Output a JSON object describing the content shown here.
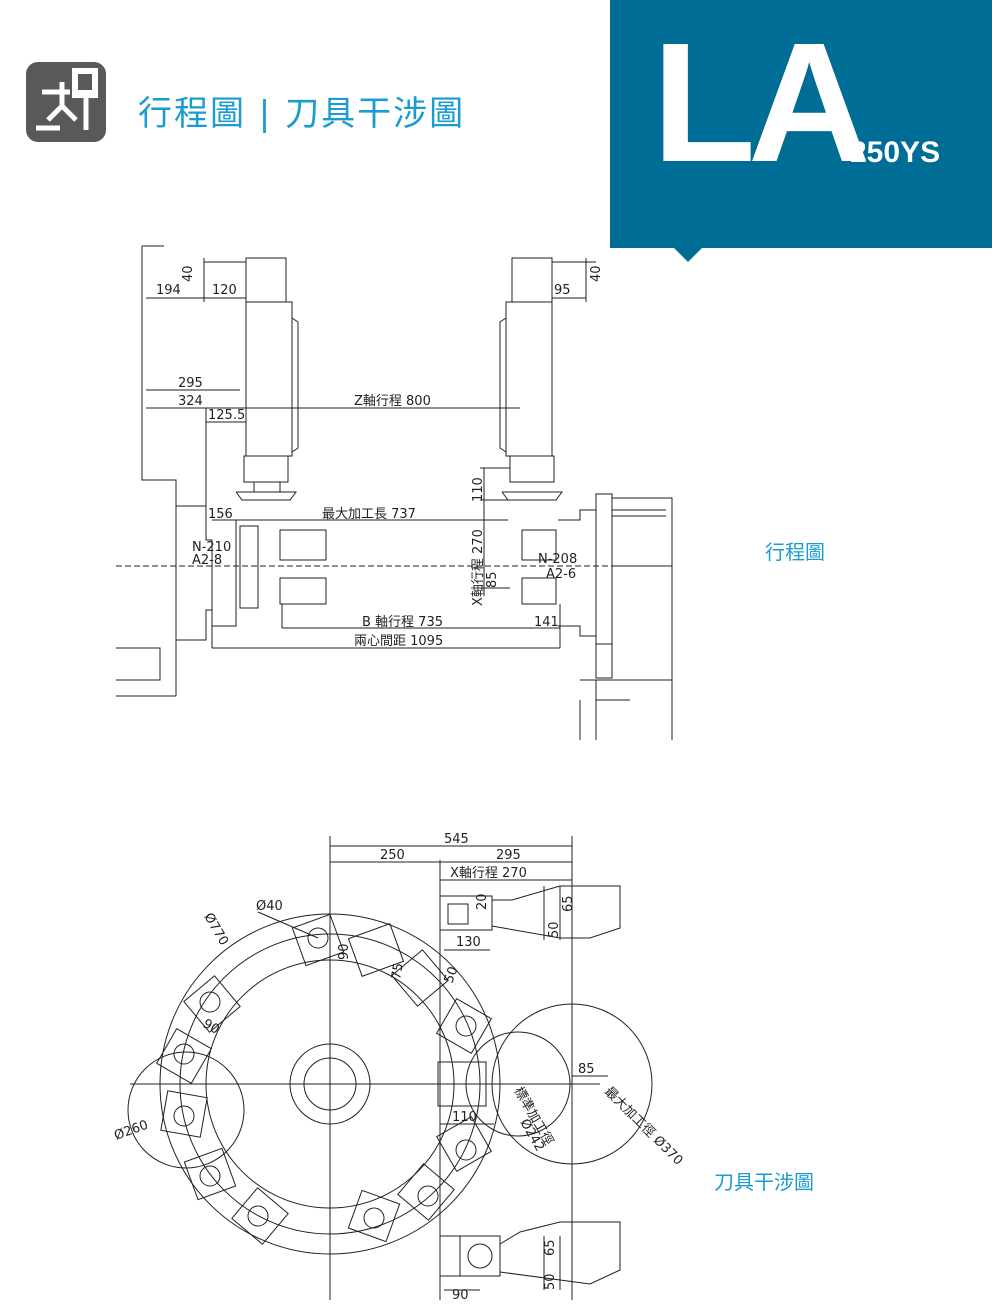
{
  "header": {
    "title": "行程圖 | 刀具干涉圖",
    "brand_model": "LA",
    "brand_sub": "250YS",
    "accent_color": "#1a9cd0",
    "brand_color": "#006d96",
    "icon": "machine-icon"
  },
  "travel_diagram": {
    "caption": "行程圖",
    "dims": {
      "d40_left": "40",
      "d194": "194",
      "d120": "120",
      "d95": "95",
      "d40_right": "40",
      "d295": "295",
      "d324": "324",
      "z_travel": "Z軸行程 800",
      "d125_5": "125.5",
      "d110": "110",
      "max_len": "最大加工長 737",
      "d156": "156",
      "x_travel": "X軸行程 270",
      "d85": "85",
      "n210": "N-210",
      "a28": "A2-8",
      "n208": "N-208",
      "a26": "A2-6",
      "b_travel": "B 軸行程 735",
      "d141": "141",
      "center_dist": "兩心間距 1095"
    }
  },
  "interference_diagram": {
    "caption": "刀具干涉圖",
    "dims": {
      "d545": "545",
      "d250": "250",
      "d295": "295",
      "x_travel": "X軸行程 270",
      "dia40": "Ø40",
      "dia770": "Ø770",
      "d20": "20",
      "d50": "50",
      "d65": "65",
      "d130": "130",
      "d90a": "90",
      "d75": "75",
      "d50b": "50",
      "d90b": "90",
      "dia260": "Ø260",
      "d85": "85",
      "d110": "110",
      "std_dia": "標準加工徑",
      "dia242": "Ø242",
      "max_dia": "最大加工徑 Ø370",
      "d50c": "50",
      "d65b": "65",
      "d90c": "90"
    }
  }
}
